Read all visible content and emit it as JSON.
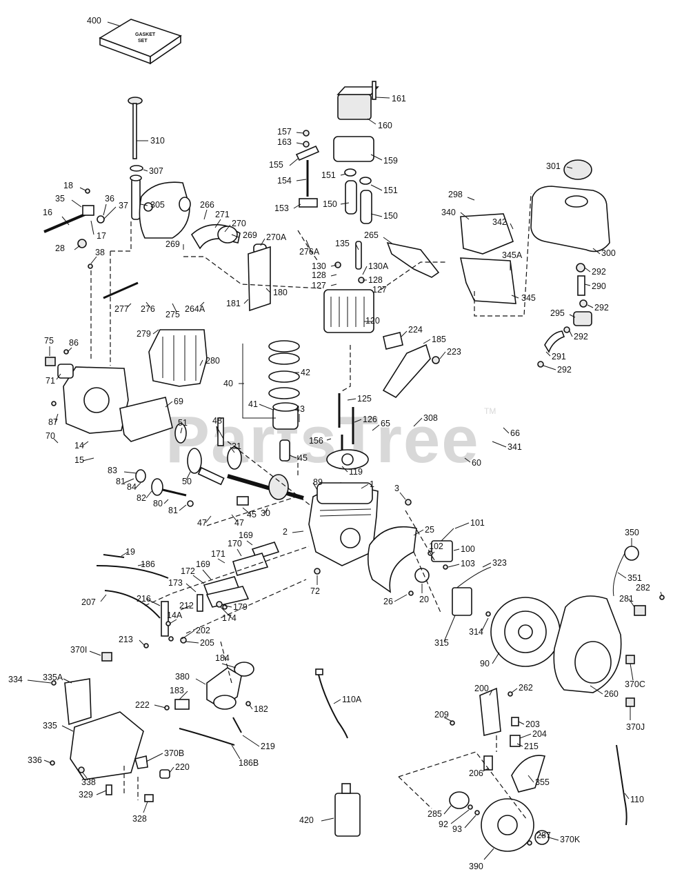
{
  "watermark": {
    "text": "PartsTree",
    "tm": "TM"
  },
  "gasket_set_label": {
    "line1": "GASKET",
    "line2": "SET"
  },
  "labels": [
    "400",
    "161",
    "160",
    "157",
    "163",
    "159",
    "310",
    "155",
    "154",
    "307",
    "151",
    "151",
    "301",
    "18",
    "298",
    "35",
    "36",
    "266",
    "37",
    "305",
    "271",
    "153",
    "150",
    "150",
    "340",
    "342",
    "16",
    "270",
    "269",
    "265",
    "17",
    "269",
    "270A",
    "28",
    "38",
    "300",
    "135",
    "276A",
    "345A",
    "130",
    "130A",
    "128",
    "292",
    "128",
    "127",
    "127",
    "290",
    "180",
    "181",
    "264A",
    "277",
    "276",
    "275",
    "345",
    "120",
    "292",
    "295",
    "292",
    "224",
    "279",
    "185",
    "75",
    "86",
    "291",
    "223",
    "42",
    "292",
    "280",
    "71",
    "40",
    "125",
    "308",
    "41",
    "69",
    "43",
    "87",
    "126",
    "65",
    "48",
    "51",
    "66",
    "156",
    "341",
    "70",
    "14",
    "31",
    "60",
    "45",
    "119",
    "15",
    "83",
    "81",
    "50",
    "89",
    "84",
    "1",
    "3",
    "82",
    "80",
    "81",
    "47",
    "47",
    "45",
    "30",
    "101",
    "2",
    "25",
    "19",
    "169",
    "350",
    "102",
    "100",
    "170",
    "186",
    "171",
    "323",
    "103",
    "72",
    "169",
    "351",
    "172",
    "20",
    "173",
    "282",
    "179",
    "281",
    "26",
    "207",
    "216",
    "174",
    "212",
    "14A",
    "314",
    "202",
    "213",
    "205",
    "315",
    "90",
    "370I",
    "184",
    "380",
    "370C",
    "334",
    "335A",
    "183",
    "262",
    "260",
    "222",
    "182",
    "110A",
    "200",
    "209",
    "203",
    "370J",
    "204",
    "335",
    "215",
    "219",
    "186B",
    "370B",
    "336",
    "220",
    "206",
    "355",
    "338",
    "329",
    "328",
    "110",
    "285",
    "420",
    "92",
    "93",
    "287",
    "370K",
    "390"
  ]
}
